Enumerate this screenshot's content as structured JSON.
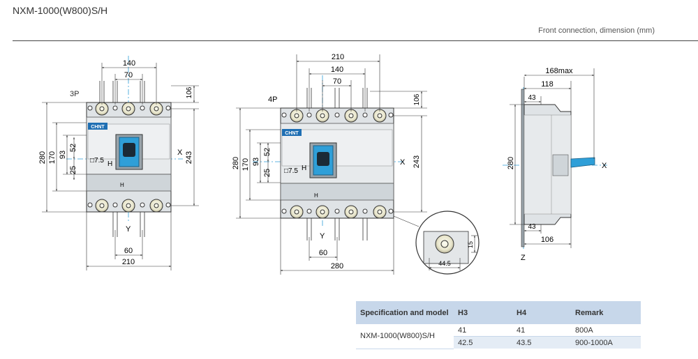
{
  "header": {
    "title": "NXM-1000(W800)S/H",
    "subtitle": "Front connection, dimension (mm)"
  },
  "views": {
    "three_pole": {
      "label": "3P",
      "dims": {
        "top_w": "140",
        "mid_w": "70",
        "top_h": "106",
        "h280": "280",
        "h170": "170",
        "h93": "93",
        "h52": "52",
        "h25": "25",
        "d7_5": "□7.5",
        "h243": "243",
        "b60": "60",
        "b210": "210",
        "h_mark": "H",
        "h_mark2": "H",
        "x": "X",
        "y": "Y"
      },
      "brand": "CHNT"
    },
    "four_pole": {
      "label": "4P",
      "dims": {
        "top_w": "210",
        "mid_w": "140",
        "small_w": "70",
        "top_h": "106",
        "h280": "280",
        "h170": "170",
        "h93": "93",
        "h52": "52",
        "h25": "25",
        "d7_5": "□7.5",
        "h243": "243",
        "b60": "60",
        "b280": "280",
        "h_mark": "H",
        "h_mark2": "H",
        "x": "X",
        "y": "Y"
      },
      "brand": "CHNT",
      "detail": {
        "w": "44.5",
        "h": "15"
      }
    },
    "side": {
      "dims": {
        "max": "168max",
        "d118": "118",
        "d43_top": "43",
        "h280": "280",
        "d43_bot": "43",
        "d106": "106",
        "x": "X",
        "z": "Z"
      }
    }
  },
  "spec_table": {
    "headers": [
      "Specification and model",
      "H3",
      "H4",
      "Remark"
    ],
    "model": "NXM-1000(W800)S/H",
    "rows": [
      {
        "h3": "41",
        "h4": "41",
        "remark": "800A"
      },
      {
        "h3": "42.5",
        "h4": "43.5",
        "remark": "900-1000A"
      }
    ]
  },
  "colors": {
    "accent_blue": "#2f9fd8",
    "body_grey": "#dfe3e6",
    "line": "#333333",
    "table_header": "#c7d7ea"
  }
}
